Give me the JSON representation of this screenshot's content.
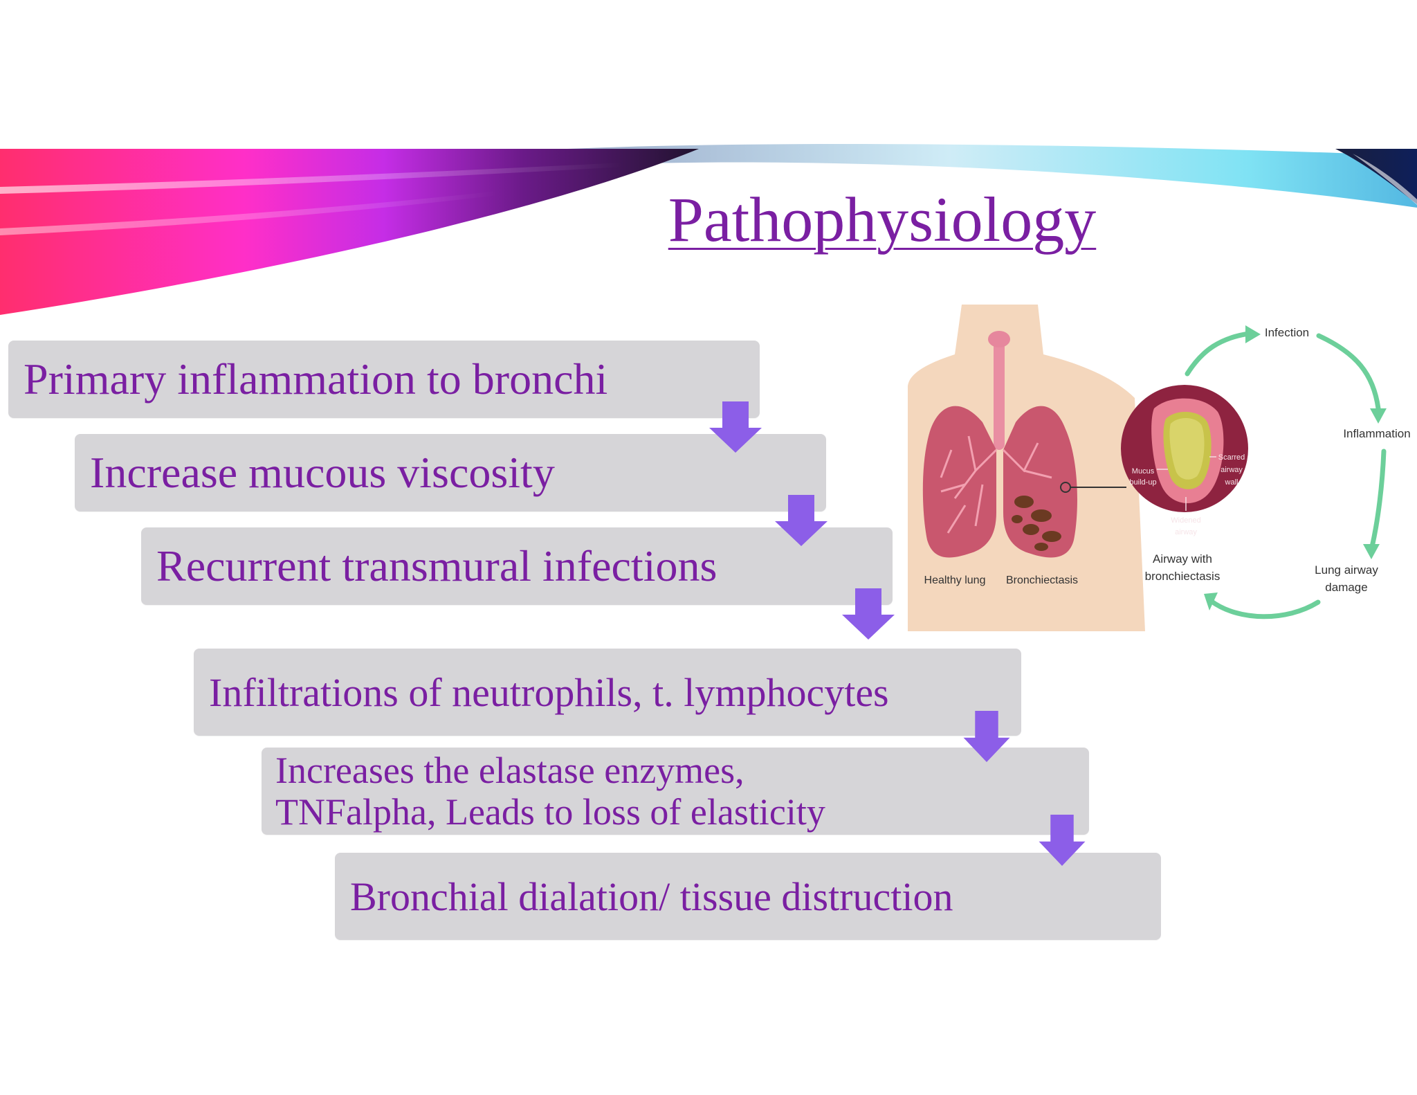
{
  "slide": {
    "title": "Pathophysiology",
    "accent_color": "#7a1fa2",
    "box_color": "#d6d5d8",
    "arrow_color": "#8c5ee8"
  },
  "steps": [
    {
      "text": "Primary inflammation to bronchi"
    },
    {
      "text": "Increase mucous viscosity"
    },
    {
      "text": "Recurrent transmural infections"
    },
    {
      "text": "Infiltrations of neutrophils, t. lymphocytes"
    },
    {
      "line1": "Increases the elastase enzymes,",
      "line2": "TNFalpha, Leads to loss of elasticity"
    },
    {
      "text": "Bronchial dialation/ tissue distruction"
    }
  ],
  "illustration": {
    "labels": {
      "healthy_lung": "Healthy lung",
      "bronchiectasis": "Bronchiectasis",
      "mucus_1": "Mucus",
      "mucus_2": "build-up",
      "scarred_1": "Scarred",
      "scarred_2": "airway",
      "scarred_3": "wall",
      "widened_1": "Widened",
      "widened_2": "airway",
      "airway_with_1": "Airway with",
      "airway_with_2": "bronchiectasis"
    },
    "cycle": {
      "infection": "Infection",
      "inflammation": "Inflammation",
      "damage_1": "Lung airway",
      "damage_2": "damage"
    }
  }
}
